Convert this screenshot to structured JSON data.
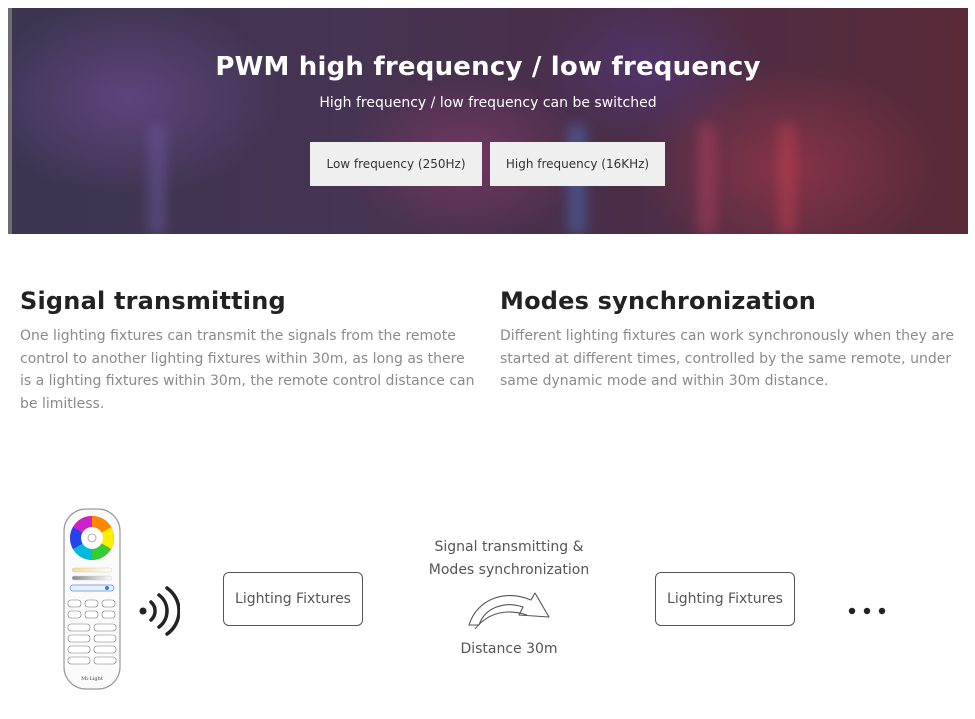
{
  "hero": {
    "title": "PWM high frequency / low frequency",
    "subtitle": "High frequency / low frequency can be switched",
    "buttons": {
      "low": "Low frequency (250Hz)",
      "high": "High frequency (16KHz)"
    }
  },
  "features": [
    {
      "title": "Signal transmitting",
      "text": "One lighting fixtures can transmit the signals from the remote control to another lighting fixtures within 30m, as long as there is a lighting fixtures within 30m, the remote control distance can be limitless."
    },
    {
      "title": "Modes synchronization",
      "text": "Different lighting fixtures can work synchronously when they are started at different times, controlled by the same remote, under same dynamic mode and within 30m distance."
    }
  ],
  "diagram": {
    "fixture_label": "Lighting Fixtures",
    "fixture_label_2": "Lighting Fixtures",
    "middle_line1": "Signal transmitting &",
    "middle_line2": "Modes synchronization",
    "distance": "Distance 30m",
    "remote_brand": "Mi·Light"
  }
}
